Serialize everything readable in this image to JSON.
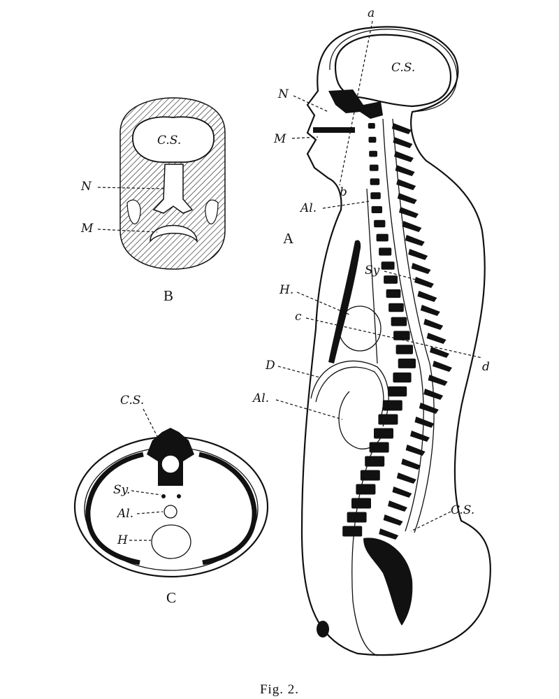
{
  "figure": {
    "caption": "Fig. 2.",
    "panels": {
      "A": {
        "label": "A",
        "labels": {
          "cs_brain": "C.S.",
          "n": "N",
          "m": "M",
          "a": "a",
          "b": "b",
          "al_upper": "Al.",
          "sy": "Sy",
          "h": "H.",
          "c": "c",
          "d": "d",
          "diaphragm": "D",
          "al_lower": "Al.",
          "cs_cord": "C.S."
        }
      },
      "B": {
        "label": "B",
        "labels": {
          "cs": "C.S.",
          "n": "N",
          "m": "M"
        }
      },
      "C": {
        "label": "C",
        "labels": {
          "cs": "C.S.",
          "sy": "Sy.",
          "al": "Al.",
          "h": "H"
        }
      }
    }
  }
}
